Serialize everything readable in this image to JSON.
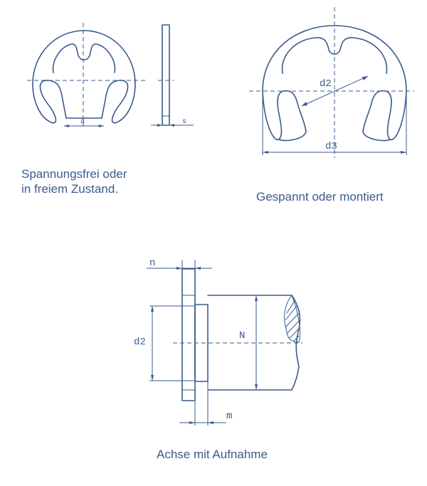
{
  "captions": {
    "relaxed_line1": "Spannungsfrei oder",
    "relaxed_line2": "in freiem Zustand.",
    "mounted": "Gespannt oder montiert",
    "shaft": "Achse mit Aufnahme"
  },
  "labels": {
    "a": "a",
    "s": "s",
    "d2_top": "d2",
    "d3": "d3",
    "n": "n",
    "d2_bottom": "d2",
    "N": "N",
    "m": "m"
  },
  "colors": {
    "line": "#3a5a8c"
  }
}
